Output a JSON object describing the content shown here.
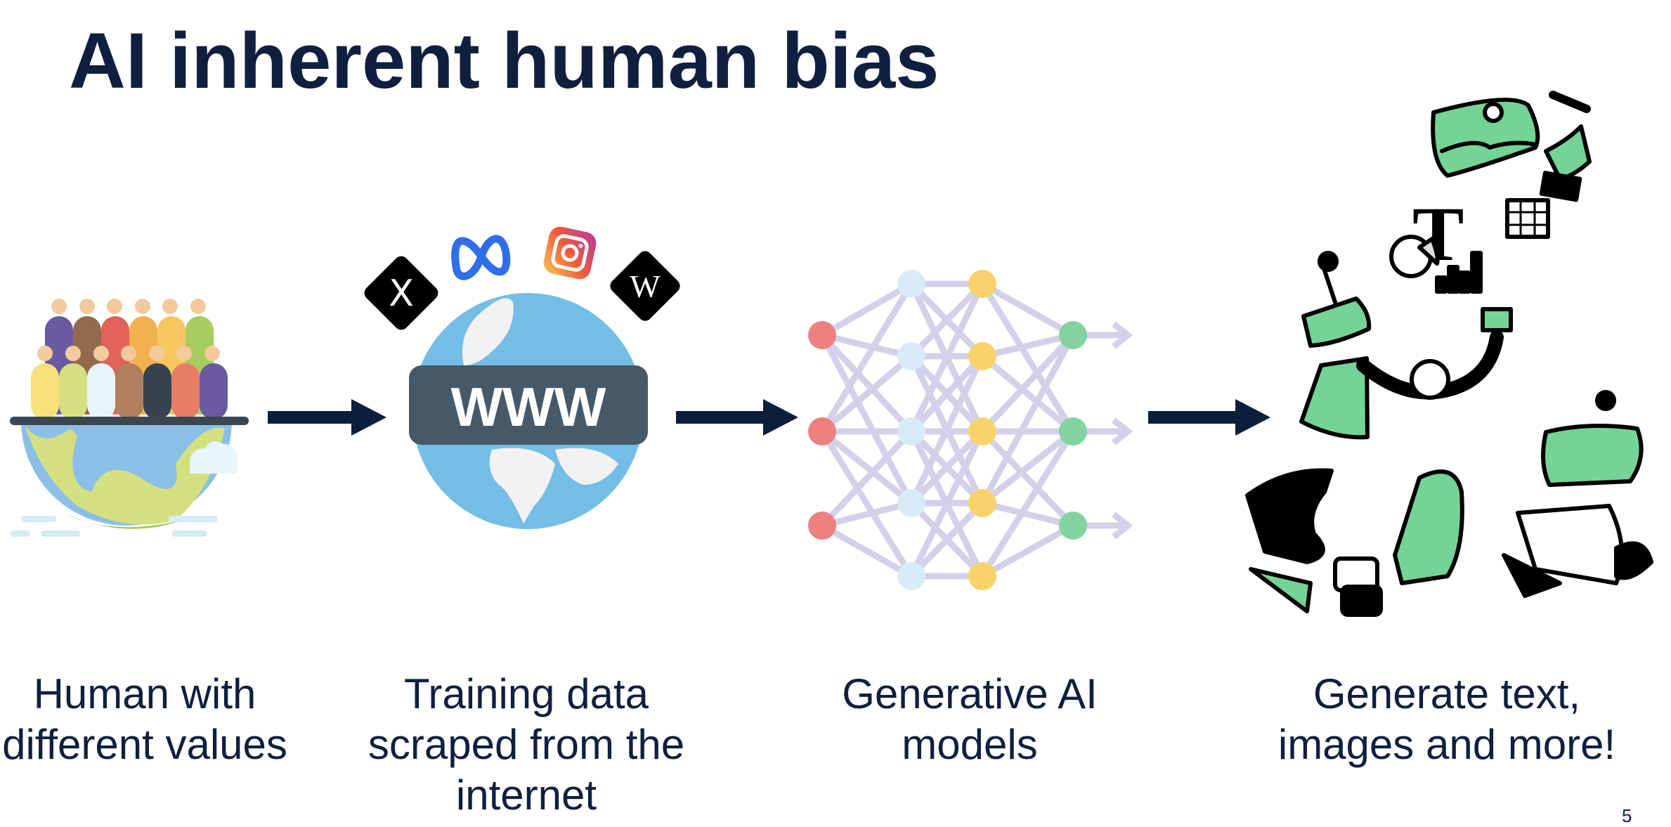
{
  "slide": {
    "title": "AI inherent human bias",
    "page_number": "5",
    "accent_color": "#0f1f3f",
    "steps": [
      {
        "icon": "people-on-globe-icon",
        "caption_lines": [
          "Human with",
          "different values"
        ]
      },
      {
        "icon": "www-globe-icon",
        "logos": [
          "x-logo-icon",
          "meta-logo-icon",
          "instagram-logo-icon",
          "wikipedia-logo-icon"
        ],
        "label": "WWW",
        "caption_lines": [
          "Training data",
          "scraped from the",
          "internet"
        ]
      },
      {
        "icon": "neural-network-icon",
        "caption_lines": [
          "Generative AI",
          "models"
        ]
      },
      {
        "icon": "ai-generated-content-illustration",
        "caption_lines": [
          "Generate text,",
          "images and more!"
        ]
      }
    ]
  }
}
